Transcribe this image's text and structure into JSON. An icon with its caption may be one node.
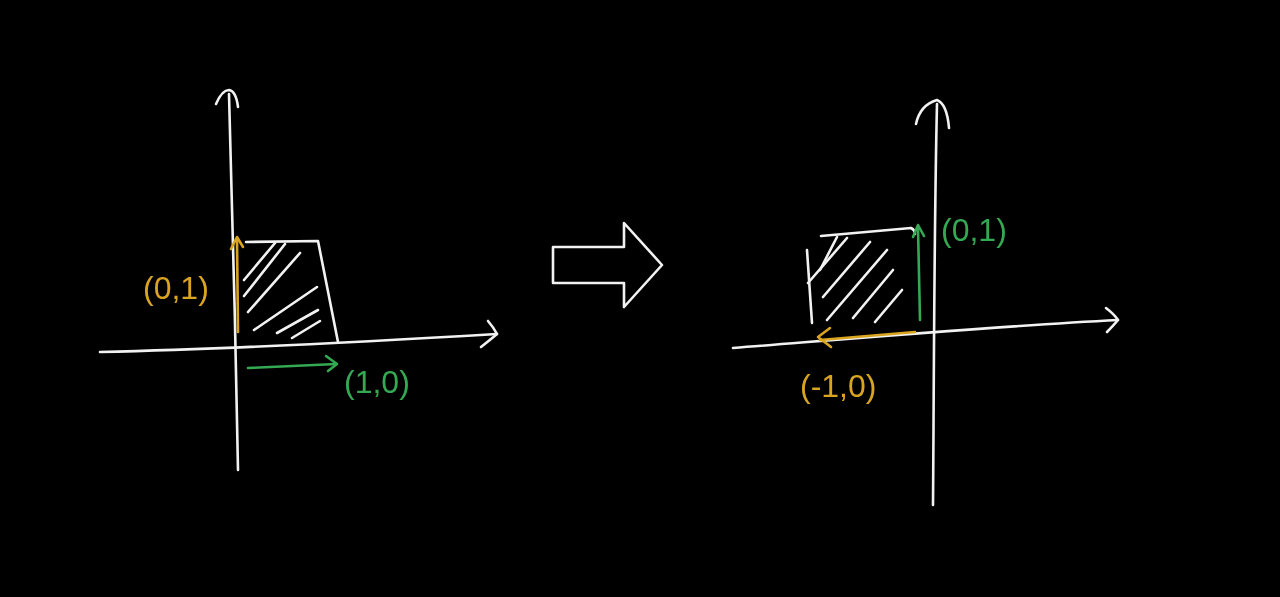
{
  "diagram": {
    "nodes": [
      {
        "text": [],
        "shape": "picture"
      },
      {
        "text": [],
        "shape": "picture"
      }
    ],
    "edges": [
      {
        "from": 0,
        "to": 1,
        "arrow": "to"
      }
    ],
    "labels": [
      "(0,1)",
      "(1,0)",
      "(0,1)",
      "(-1,0)"
    ]
  }
}
